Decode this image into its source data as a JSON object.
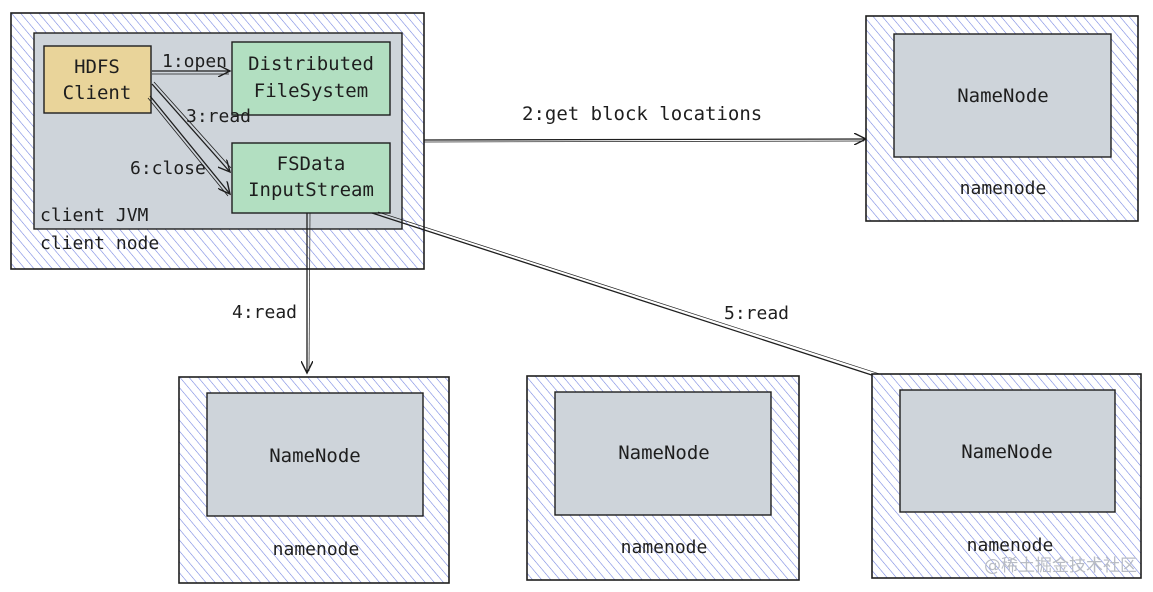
{
  "client_node": {
    "label": "client node",
    "jvm_label": "client JVM",
    "hdfs_client": [
      "HDFS",
      "Client"
    ],
    "distributed_fs": [
      "Distributed",
      "FileSystem"
    ],
    "fs_data_input_stream": [
      "FSData",
      "InputStream"
    ]
  },
  "arrows": {
    "open": "1:open",
    "get_block_locations": "2:get block locations",
    "read3": "3:read",
    "read4": "4:read",
    "read5": "5:read",
    "close": "6:close"
  },
  "nodes": [
    {
      "id": "namenode-main",
      "inner": "NameNode",
      "outer": "namenode"
    },
    {
      "id": "datanode-1",
      "inner": "NameNode",
      "outer": "namenode"
    },
    {
      "id": "datanode-2",
      "inner": "NameNode",
      "outer": "namenode"
    },
    {
      "id": "datanode-3",
      "inner": "NameNode",
      "outer": "namenode"
    }
  ],
  "watermark": "@稀土掘金技术社区",
  "colors": {
    "hatch_fill": "#5b6cd8",
    "outer_bg": "#ffffff",
    "inner_gray": "#ced4da",
    "client_yellow": "#e9d49a",
    "green": "#b2dfc1",
    "stroke": "#1e1e1e"
  }
}
